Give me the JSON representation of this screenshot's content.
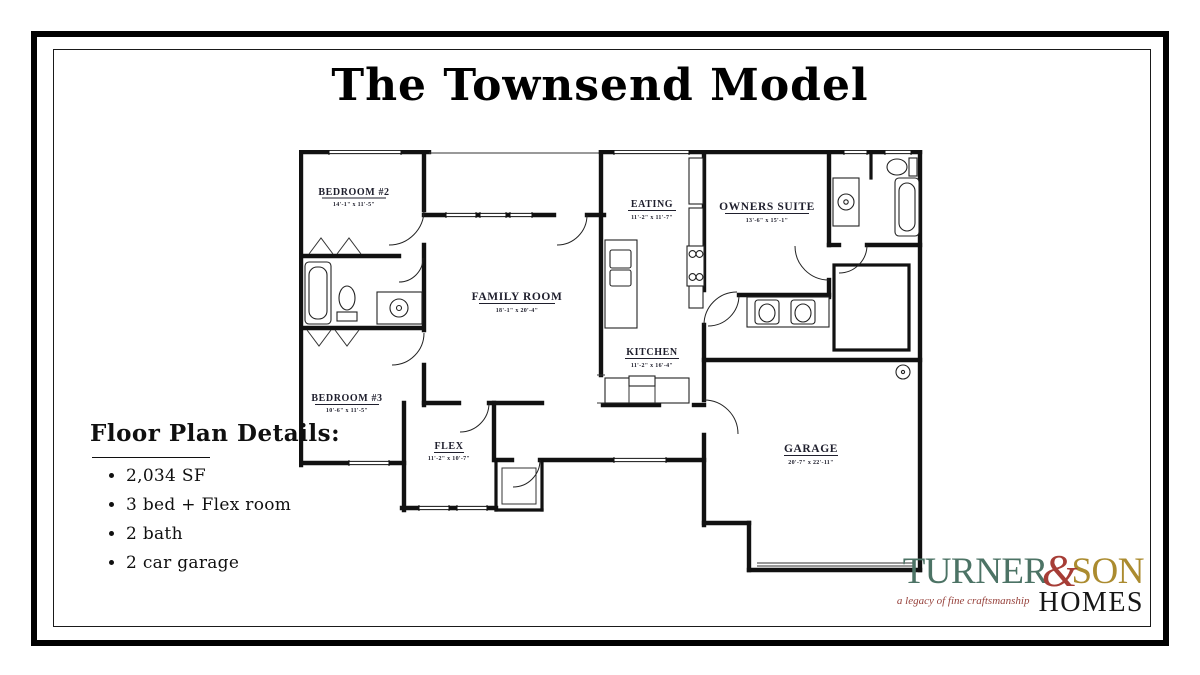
{
  "title": "The Townsend Model",
  "details": {
    "heading": "Floor Plan Details:",
    "items": [
      "2,034 SF",
      "3 bed + Flex room",
      "2 bath",
      "2 car garage"
    ]
  },
  "rooms": {
    "bedroom2": {
      "name": "BEDROOM #2",
      "dims": "14'-1\" x 11'-5\""
    },
    "family": {
      "name": "FAMILY ROOM",
      "dims": "18'-1\" x 20'-4\""
    },
    "eating": {
      "name": "EATING",
      "dims": "11'-2\" x 11'-7\""
    },
    "owners": {
      "name": "OWNERS SUITE",
      "dims": "13'-6\" x 15'-1\""
    },
    "kitchen": {
      "name": "KITCHEN",
      "dims": "11'-2\" x 16'-4\""
    },
    "bedroom3": {
      "name": "BEDROOM #3",
      "dims": "10'-6\" x 11'-5\""
    },
    "flex": {
      "name": "FLEX",
      "dims": "11'-2\" x 10'-7\""
    },
    "garage": {
      "name": "GARAGE",
      "dims": "20'-7\" x 22'-11\""
    }
  },
  "logo": {
    "turner": "TURNER",
    "ampersand": "&",
    "son": "SON",
    "homes": "HOMES",
    "tagline": "a legacy of fine craftsmanship",
    "colors": {
      "turner": "#4c7365",
      "ampersand": "#a63d36",
      "son": "#ab8b2f",
      "homes": "#161616",
      "tagline": "#97423c"
    }
  }
}
